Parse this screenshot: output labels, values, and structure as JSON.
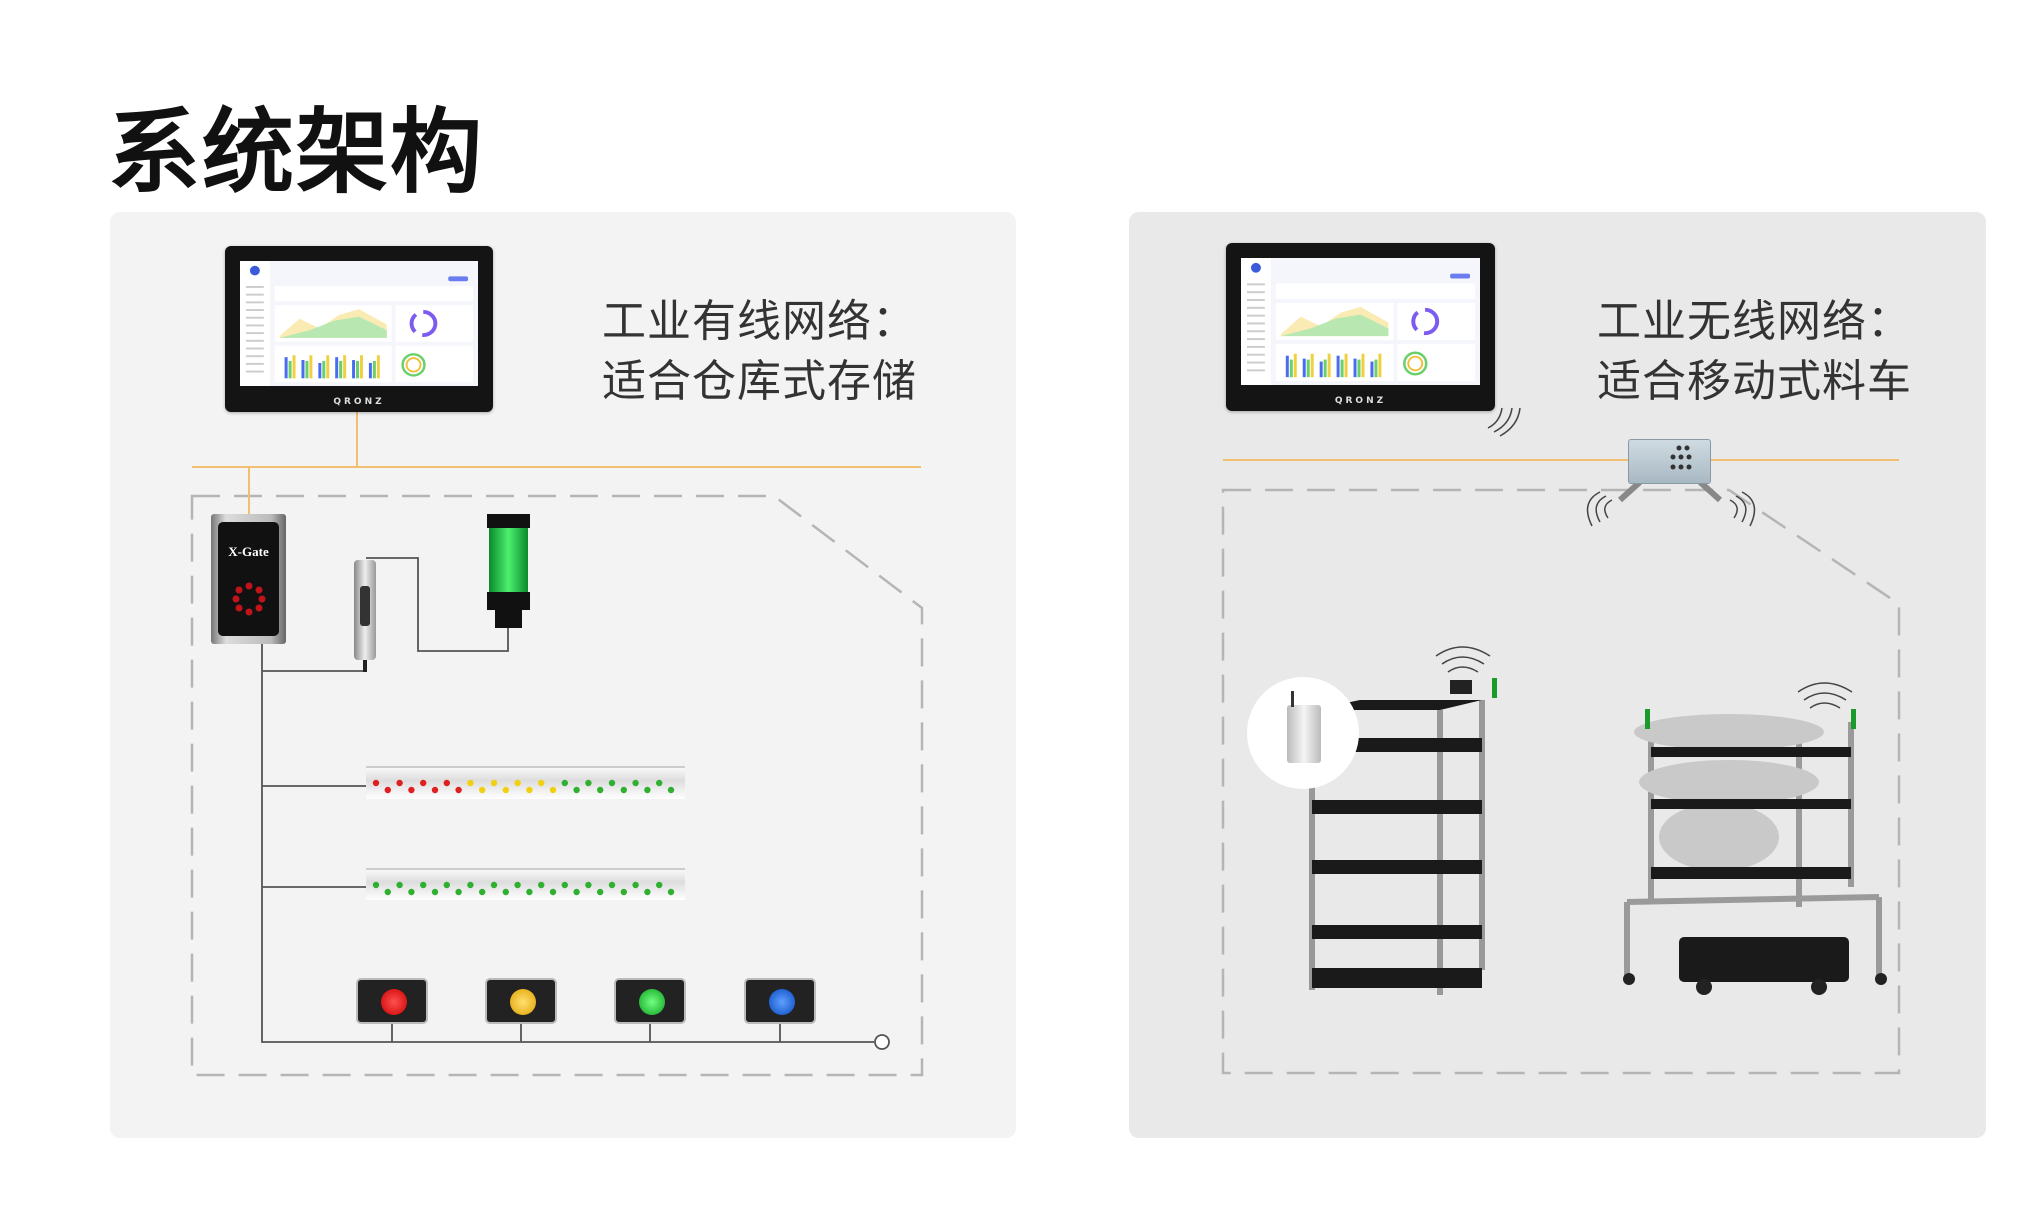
{
  "title": "系统架构",
  "left": {
    "heading_line1": "工业有线网络：",
    "heading_line2": "适合仓库式存储",
    "monitor_brand": "QRONZ",
    "gateway_label": "X-Gate"
  },
  "right": {
    "heading_line1": "工业无线网络：",
    "heading_line2": "适合移动式料车",
    "monitor_brand": "QRONZ"
  },
  "colors": {
    "wire_bus": "#f0c070",
    "dashed": "#b0b0b0",
    "btn_red": "#e0161b",
    "btn_yellow": "#f1b400",
    "btn_green": "#22c030",
    "btn_blue": "#1060e0"
  },
  "strip1_colors": [
    "red",
    "red",
    "red",
    "red",
    "red",
    "red",
    "red",
    "red",
    "yellow",
    "yellow",
    "yellow",
    "yellow",
    "yellow",
    "yellow",
    "yellow",
    "yellow",
    "green",
    "green",
    "green",
    "green",
    "green",
    "green",
    "green",
    "green",
    "green",
    "green"
  ]
}
